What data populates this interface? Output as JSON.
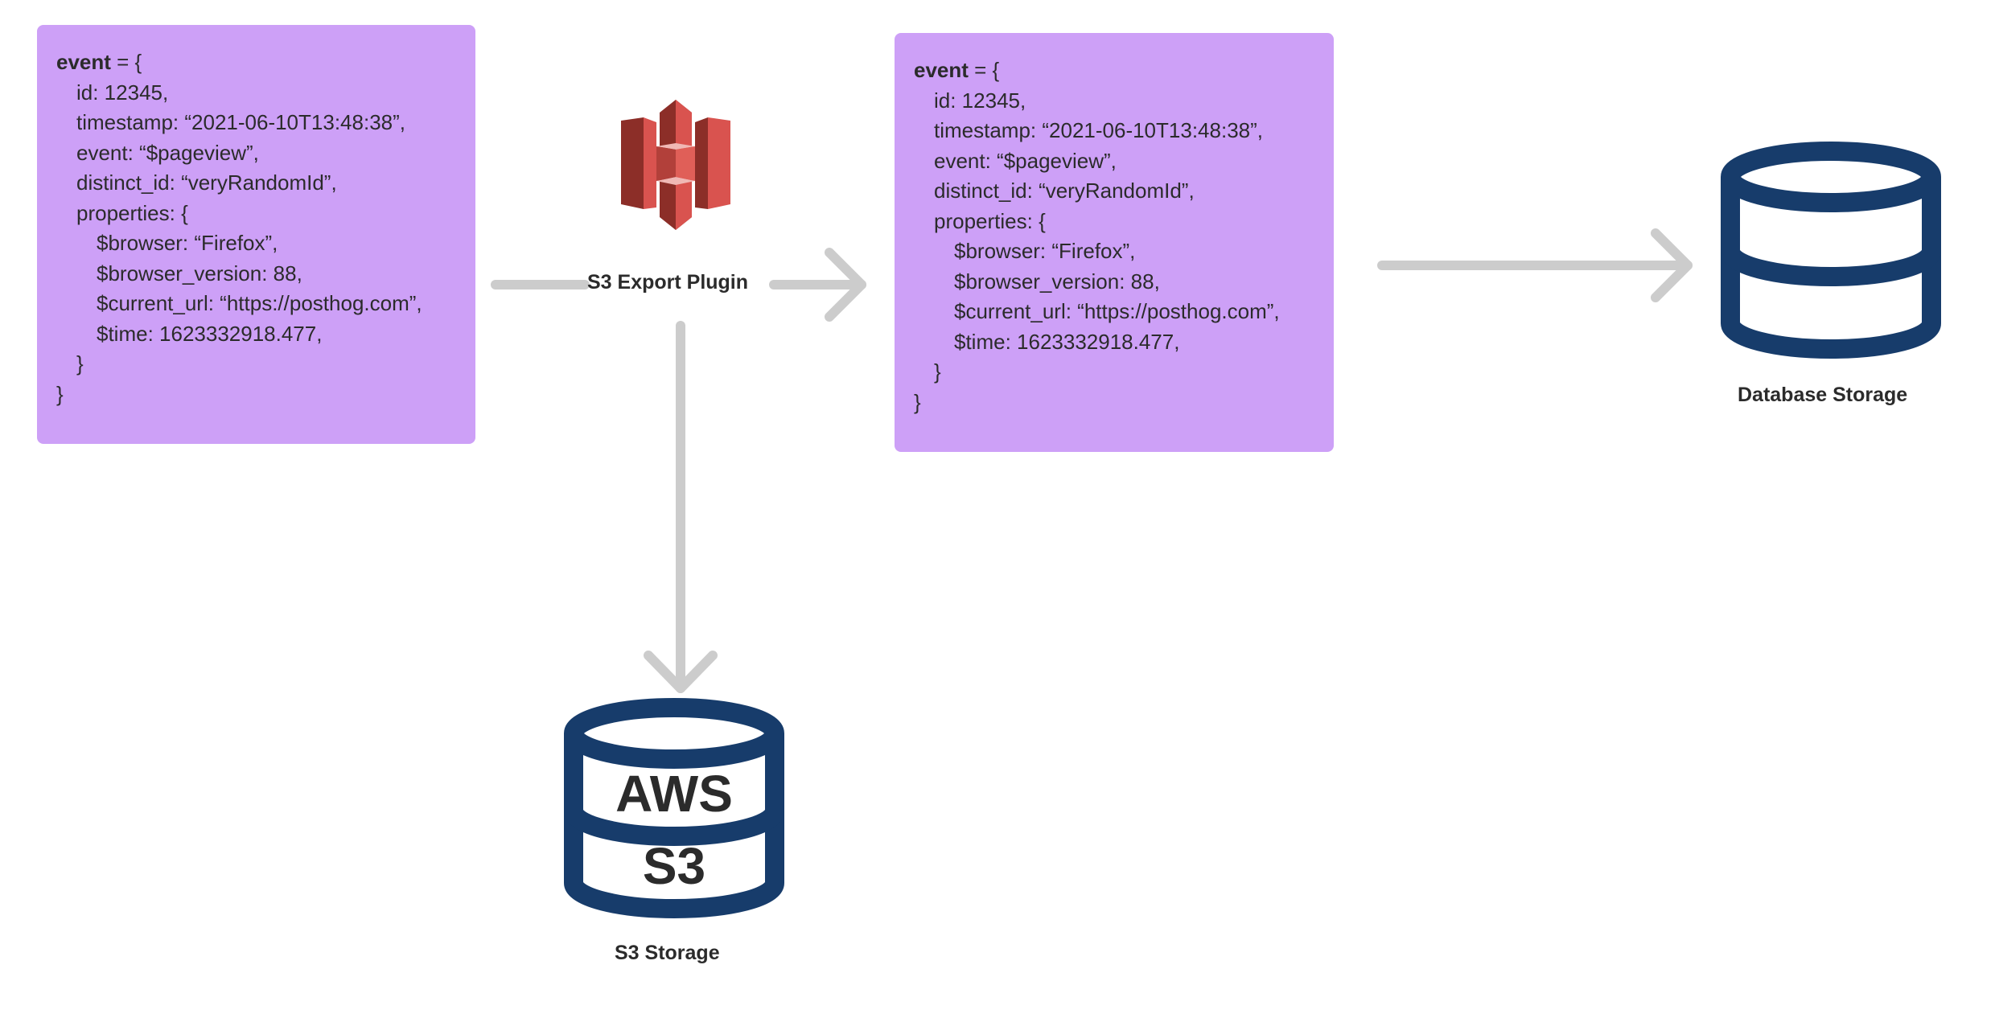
{
  "left_box": {
    "lines": [
      {
        "key": "event",
        "rest": " = {"
      },
      {
        "text": "id: 12345,"
      },
      {
        "text": "timestamp: “2021-06-10T13:48:38”,"
      },
      {
        "text": "event: “$pageview”,"
      },
      {
        "text": "distinct_id: “veryRandomId”,"
      },
      {
        "text": "properties: {"
      },
      {
        "text": "$browser: “Firefox”,"
      },
      {
        "text": "$browser_version: 88,"
      },
      {
        "text": "$current_url: “https://posthog.com”,"
      },
      {
        "text": "$time: 1623332918.477,"
      },
      {
        "text": "}"
      },
      {
        "text": "}"
      }
    ]
  },
  "right_box": {
    "lines": [
      {
        "key": "event",
        "rest": " = {"
      },
      {
        "text": "id: 12345,"
      },
      {
        "text": "timestamp: “2021-06-10T13:48:38”,"
      },
      {
        "text": "event: “$pageview”,"
      },
      {
        "text": "distinct_id: “veryRandomId”,"
      },
      {
        "text": "properties: {"
      },
      {
        "text": "$browser: “Firefox”,"
      },
      {
        "text": "$browser_version: 88,"
      },
      {
        "text": "$current_url: “https://posthog.com”,"
      },
      {
        "text": "$time: 1623332918.477,"
      },
      {
        "text": "}"
      },
      {
        "text": "}"
      }
    ]
  },
  "plugin": {
    "label": "S3 Export Plugin",
    "icon": "aws-s3-bucket-icon"
  },
  "database": {
    "label": "Database Storage",
    "icon": "database-icon"
  },
  "s3_storage": {
    "label": "S3 Storage",
    "icon": "aws-s3-database-icon",
    "aws_text": "AWS",
    "s3_text": "S3"
  },
  "colors": {
    "box_fill": "#cda0f7",
    "arrow": "#cccccc",
    "db_stroke": "#173c6b",
    "s3_red_light": "#d9534f",
    "s3_red_dark": "#8c2e28",
    "text": "#2b2b2b"
  }
}
